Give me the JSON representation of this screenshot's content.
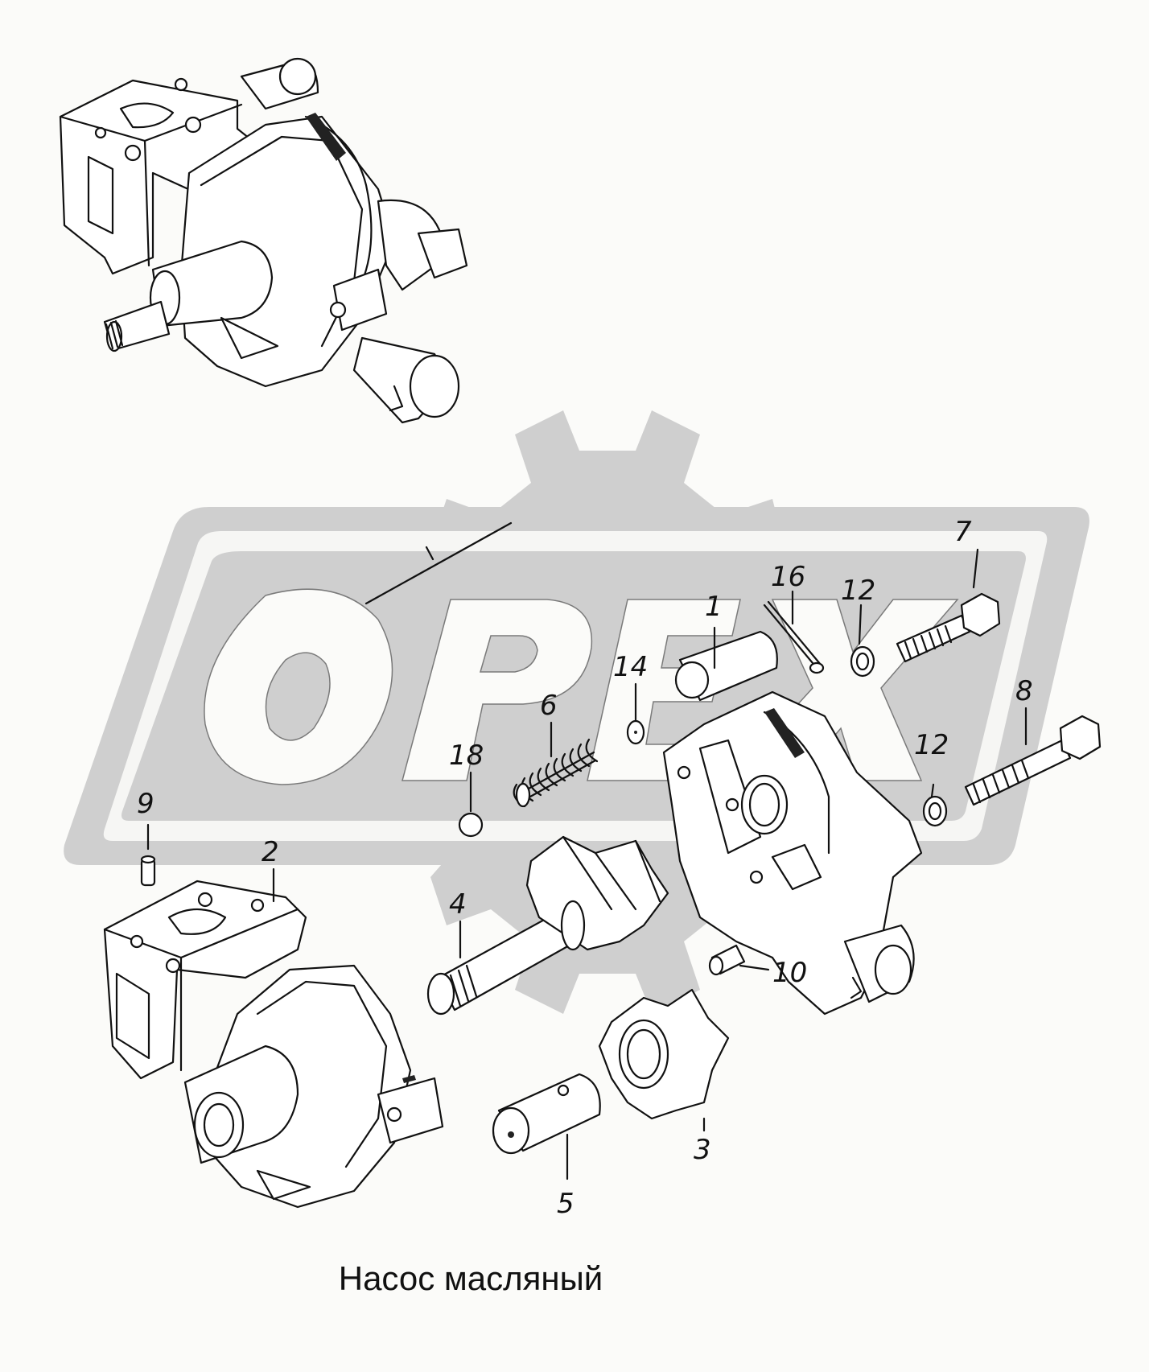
{
  "caption": "Насос масляный",
  "watermark": {
    "text": "OPEX",
    "color": "#cfcfcf"
  },
  "callouts": [
    "1",
    "2",
    "3",
    "4",
    "5",
    "6",
    "7",
    "8",
    "9",
    "10",
    "12",
    "12",
    "14",
    "16",
    "18"
  ]
}
